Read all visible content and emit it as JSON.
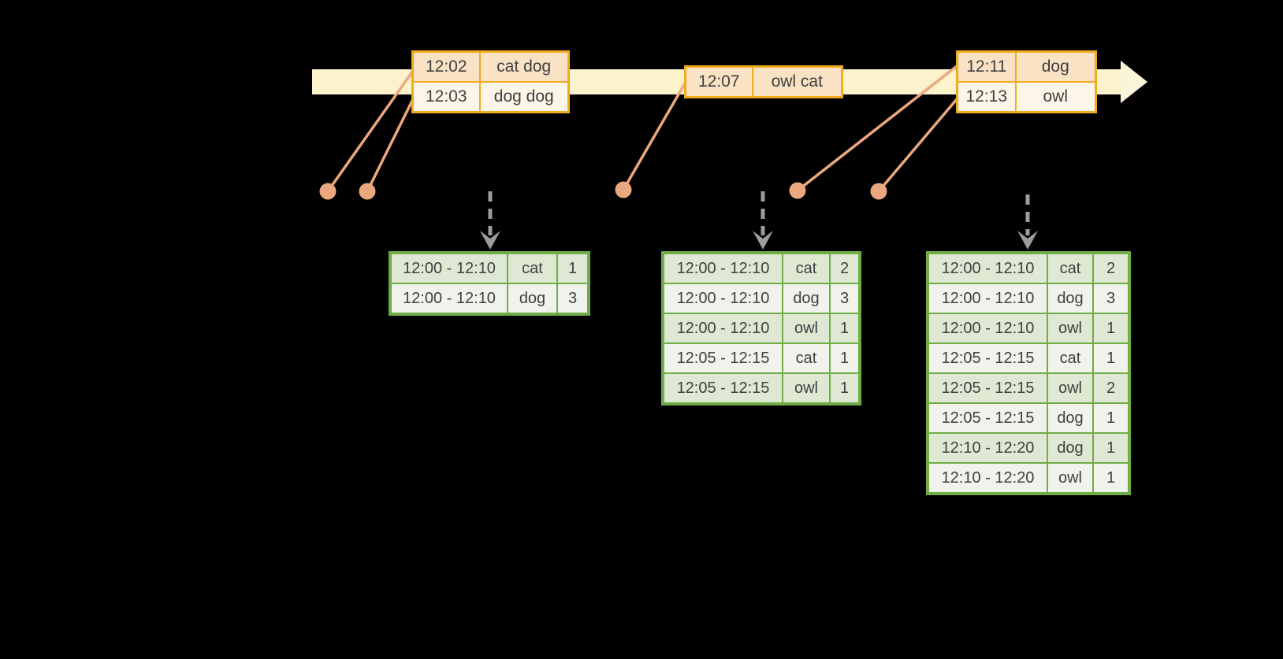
{
  "colors": {
    "background": "#000000",
    "timeline_band": "#FCF2CC",
    "timeline_arrowhead": "#FBF4D8",
    "event_border": "#F0AC1E",
    "event_fill_dark": "#FAE2C4",
    "event_fill_light": "#FDF5E8",
    "connector_and_dots": "#EBA87E",
    "trigger_arrow": "#9D9D9D",
    "result_border": "#70AD47",
    "result_fill_dark": "#DEE8D3",
    "result_fill_light": "#EFF3EB",
    "text": "#3F3F3F"
  },
  "event_tables": [
    {
      "rows": [
        {
          "time": "12:02",
          "words": "cat dog"
        },
        {
          "time": "12:03",
          "words": "dog dog"
        }
      ]
    },
    {
      "rows": [
        {
          "time": "12:07",
          "words": "owl cat"
        }
      ]
    },
    {
      "rows": [
        {
          "time": "12:11",
          "words": "dog"
        },
        {
          "time": "12:13",
          "words": "owl"
        }
      ]
    }
  ],
  "result_tables": [
    {
      "rows": [
        {
          "window": "12:00 - 12:10",
          "word": "cat",
          "count": "1"
        },
        {
          "window": "12:00 - 12:10",
          "word": "dog",
          "count": "3"
        }
      ]
    },
    {
      "rows": [
        {
          "window": "12:00 - 12:10",
          "word": "cat",
          "count": "2"
        },
        {
          "window": "12:00 - 12:10",
          "word": "dog",
          "count": "3"
        },
        {
          "window": "12:00 - 12:10",
          "word": "owl",
          "count": "1"
        },
        {
          "window": "12:05 - 12:15",
          "word": "cat",
          "count": "1"
        },
        {
          "window": "12:05 - 12:15",
          "word": "owl",
          "count": "1"
        }
      ]
    },
    {
      "rows": [
        {
          "window": "12:00 - 12:10",
          "word": "cat",
          "count": "2"
        },
        {
          "window": "12:00 - 12:10",
          "word": "dog",
          "count": "3"
        },
        {
          "window": "12:00 - 12:10",
          "word": "owl",
          "count": "1"
        },
        {
          "window": "12:05 - 12:15",
          "word": "cat",
          "count": "1"
        },
        {
          "window": "12:05 - 12:15",
          "word": "owl",
          "count": "2"
        },
        {
          "window": "12:05 - 12:15",
          "word": "dog",
          "count": "1"
        },
        {
          "window": "12:10 - 12:20",
          "word": "dog",
          "count": "1"
        },
        {
          "window": "12:10 - 12:20",
          "word": "owl",
          "count": "1"
        }
      ]
    }
  ]
}
